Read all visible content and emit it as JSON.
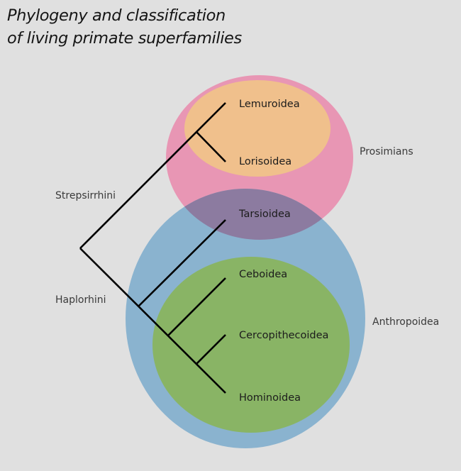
{
  "title": {
    "line1": "Phylogeny and classification",
    "line2": "of living primate superfamilies"
  },
  "sets": {
    "prosimians": {
      "label": "Prosimians",
      "color": "#e896b4"
    },
    "strepsirrhine_inner": {
      "color": "#f0c08c"
    },
    "anthropoidea": {
      "label": "Anthropoidea",
      "color": "#8ab3cf"
    },
    "overlap": {
      "color": "#8c7ba0"
    },
    "simian_inner": {
      "color": "#89b465"
    }
  },
  "clades": {
    "strepsirrhini": "Strepsirrhini",
    "haplorhini": "Haplorhini"
  },
  "taxa": [
    {
      "name": "Lemuroidea"
    },
    {
      "name": "Lorisoidea"
    },
    {
      "name": "Tarsioidea"
    },
    {
      "name": "Ceboidea"
    },
    {
      "name": "Cercopithecoidea"
    },
    {
      "name": "Hominoidea"
    }
  ],
  "tree": {
    "newick": "((Lemuroidea,Lorisoidea)Strepsirrhini,(Tarsioidea,(Ceboidea,(Cercopithecoidea,Hominoidea)))Haplorhini);"
  }
}
